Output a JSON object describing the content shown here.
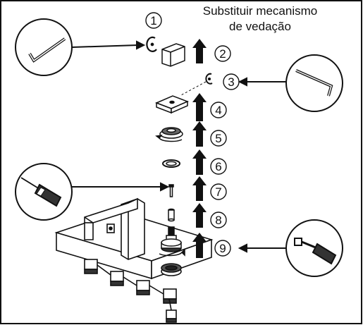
{
  "title": {
    "line1": "Substituir mecanismo",
    "line2": "de vedação"
  },
  "steps": [
    {
      "number": "1",
      "part": "clip-ring"
    },
    {
      "number": "2",
      "part": "handle-block"
    },
    {
      "number": "3",
      "part": "clip-ring"
    },
    {
      "number": "4",
      "part": "square-plate"
    },
    {
      "number": "5",
      "part": "threaded-nut"
    },
    {
      "number": "6",
      "part": "o-ring"
    },
    {
      "number": "7",
      "part": "screw"
    },
    {
      "number": "8",
      "part": "spindle-adapter"
    },
    {
      "number": "9",
      "part": "sealing-cartridge"
    }
  ],
  "tools": [
    {
      "name": "allen-key-icon",
      "label": ""
    },
    {
      "name": "allen-key-icon",
      "label": ""
    },
    {
      "name": "screwdriver-icon",
      "label": ""
    },
    {
      "name": "socket-wrench-icon",
      "label": ""
    }
  ],
  "colors": {
    "line": "#111111",
    "arrow": "#111111",
    "background": "#ffffff"
  }
}
